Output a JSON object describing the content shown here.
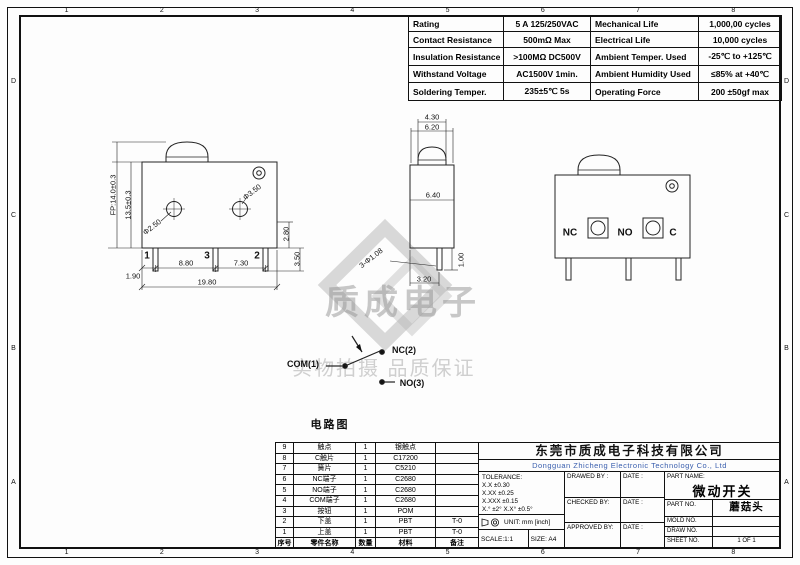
{
  "frame": {
    "cols": [
      "1",
      "2",
      "3",
      "4",
      "5",
      "6",
      "7",
      "8"
    ],
    "rows": [
      "D",
      "C",
      "B",
      "A"
    ]
  },
  "spec_table": {
    "rows": [
      [
        "Rating",
        "5 A  125/250VAC",
        "Mechanical Life",
        "1,000,00 cycles"
      ],
      [
        "Contact Resistance",
        "500mΩ  Max",
        "Electrical Life",
        "10,000 cycles"
      ],
      [
        "Insulation Resistance",
        ">100MΩ DC500V",
        "Ambient Temper. Used",
        "-25℃ to +125℃"
      ],
      [
        "Withstand Voltage",
        "AC1500V  1min.",
        "Ambient Humidity Used",
        "≤85% at +40℃"
      ],
      [
        "Soldering Temper.",
        "235±5℃ 5s",
        "Operating Force",
        "200 ±50gf max"
      ]
    ]
  },
  "views": {
    "front": {
      "fp_dim": "FP:14.0±0.3",
      "height_dim": "13.5±0.3",
      "hole_left": "Φ2.50",
      "hole_right": "Φ3.50",
      "pin_dim_a": "2.80",
      "pin_dim_b": "3.50",
      "pin1": "1",
      "pin3": "3",
      "pin2": "2",
      "d_left": "1.90",
      "d_mid": "8.80",
      "d_right": "7.30",
      "d_total": "19.80"
    },
    "side": {
      "d_inner": "4.30",
      "d_outer": "6.20",
      "d_width": "6.40",
      "d_holes": "3-Φ1.08",
      "d_bottom": "3.20",
      "d_pin": "1.00"
    },
    "terminal": {
      "nc": "NC",
      "no": "NO",
      "c": "C"
    }
  },
  "circuit": {
    "com": "COM(1)",
    "nc": "NC(2)",
    "no": "NO(3)",
    "caption": "电路图"
  },
  "watermark": {
    "brand": "质成电子",
    "slogan": "实物拍摄 品质保证"
  },
  "bom": {
    "header": [
      "序号",
      "零件名称",
      "数量",
      "材料",
      "备注"
    ],
    "rows": [
      [
        "9",
        "触点",
        "1",
        "银触点",
        ""
      ],
      [
        "8",
        "C触片",
        "1",
        "C17200",
        ""
      ],
      [
        "7",
        "簧片",
        "1",
        "C5210",
        ""
      ],
      [
        "6",
        "NC端子",
        "1",
        "C2680",
        ""
      ],
      [
        "5",
        "NO端子",
        "1",
        "C2680",
        ""
      ],
      [
        "4",
        "COM端子",
        "1",
        "C2680",
        ""
      ],
      [
        "3",
        "按钮",
        "1",
        "POM",
        ""
      ],
      [
        "2",
        "下盖",
        "1",
        "PBT",
        "T-0"
      ],
      [
        "1",
        "上盖",
        "1",
        "PBT",
        "T-0"
      ]
    ]
  },
  "title_block": {
    "company_cn": "东莞市质成电子科技有限公司",
    "company_en": "Dongguan Zhicheng Electronic Technology Co., Ltd",
    "tolerance_title": "TOLERANCE:",
    "tol1": "X.X    ±0.30",
    "tol2": "X.XX   ±0.25",
    "tol3": "X.XXX  ±0.15",
    "tol4": "X.°  ±2°   X.X°  ±0.5°",
    "unit": "UNIT:  mm  [inch]",
    "scale": "SCALE:1:1",
    "size": "SIZE: A4",
    "drawed": "DRAWED BY :",
    "checked": "CHECKED BY:",
    "approved": "APPROVED BY:",
    "date": "DATE :",
    "part_name_label": "PART NAME:",
    "part_name": "微动开关",
    "part_no_label": "PART NO.",
    "part_no": "蘑菇头",
    "mold_no_label": "MOLD NO.",
    "draw_no_label": "DRAW NO.",
    "sheet_no_label": "SHEET NO.",
    "sheet_no": "1 OF 1"
  }
}
